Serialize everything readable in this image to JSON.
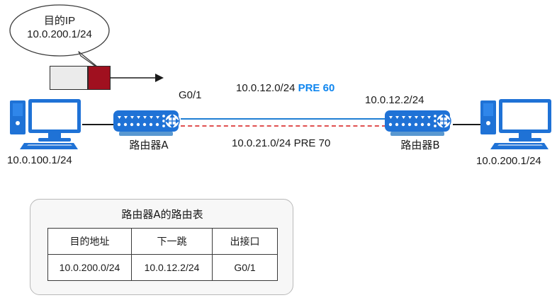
{
  "diagram": {
    "title_note": "路由器A的路由表",
    "bubble": {
      "line1": "目的IP",
      "line2": "10.0.200.1/24"
    },
    "left_host": {
      "label": "10.0.100.1/24",
      "icon": "desktop-pc-icon"
    },
    "right_host": {
      "label": "10.0.200.1/24",
      "icon": "desktop-pc-icon"
    },
    "router_a": {
      "name": "路由器A",
      "interface_label": "G0/1",
      "icon": "router-icon"
    },
    "router_b": {
      "name": "路由器B",
      "interface_label": "10.0.12.2/24",
      "icon": "router-icon"
    },
    "links": {
      "primary": {
        "network": "10.0.12.0/24",
        "preference": "PRE 60",
        "style": "solid",
        "color": "#1f7fd4",
        "pref_color": "#0f86ef"
      },
      "secondary": {
        "network": "10.0.21.0/24",
        "preference": "PRE 70",
        "style": "dashed",
        "color": "#e05050",
        "pref_color": "#1a1a1a"
      }
    },
    "packet": {
      "header_color": "#a0101f",
      "payload_color": "#ebebeb",
      "direction_icon": "arrow-right-icon"
    }
  },
  "routing_table": {
    "title": "路由器A的路由表",
    "columns": [
      "目的地址",
      "下一跳",
      "出接口"
    ],
    "rows": [
      [
        "10.0.200.0/24",
        "10.0.12.2/24",
        "G0/1"
      ]
    ]
  }
}
